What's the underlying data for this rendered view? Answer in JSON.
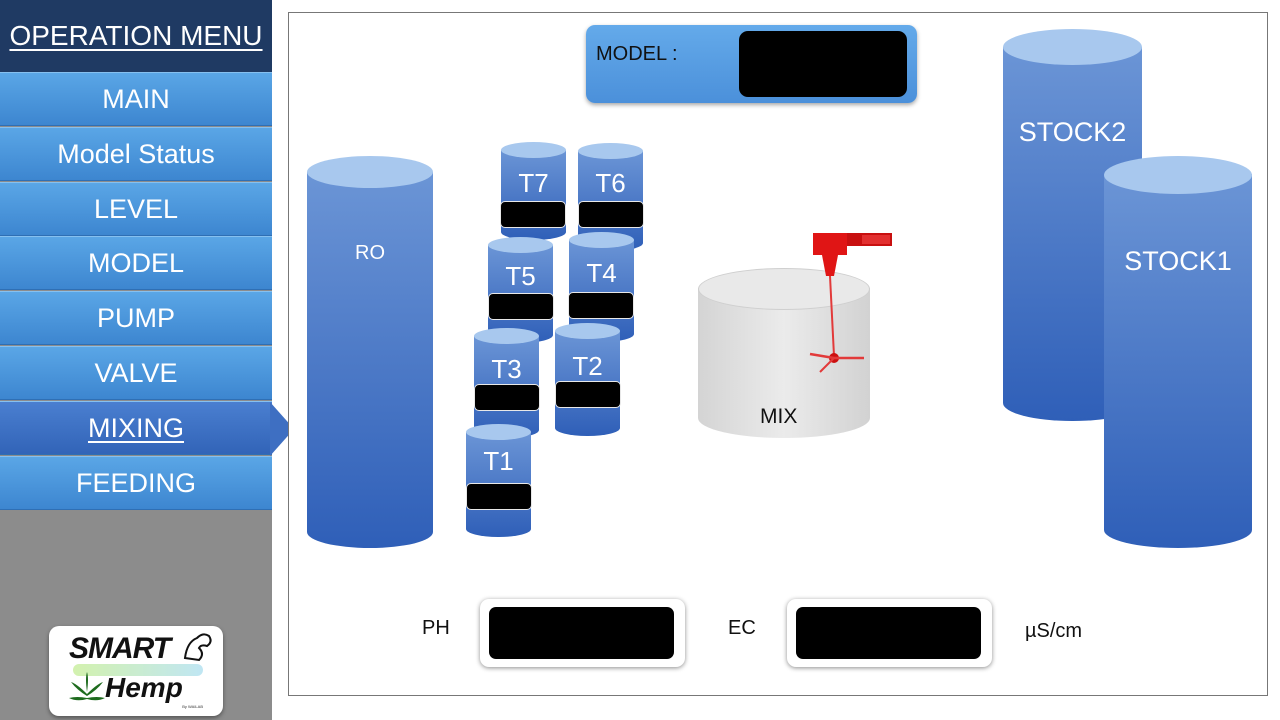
{
  "sidebar": {
    "header": "OPERATION MENU",
    "items": [
      {
        "label": "MAIN"
      },
      {
        "label": "Model Status"
      },
      {
        "label": "LEVEL"
      },
      {
        "label": "MODEL"
      },
      {
        "label": "PUMP"
      },
      {
        "label": "VALVE"
      },
      {
        "label": "MIXING",
        "active": true
      },
      {
        "label": "FEEDING"
      }
    ],
    "logo": {
      "line1": "SMART",
      "line2": "Hemp",
      "tagline": "By WAILAB"
    }
  },
  "main": {
    "model_label": "MODEL :",
    "model_value": "",
    "tanks": {
      "ro": "RO",
      "stock2": "STOCK2",
      "stock1": "STOCK1",
      "t7": "T7",
      "t6": "T6",
      "t5": "T5",
      "t4": "T4",
      "t3": "T3",
      "t2": "T2",
      "t1": "T1",
      "mix": "MIX"
    },
    "readings": {
      "ph_label": "PH",
      "ph_value": "",
      "ec_label": "EC",
      "ec_value": "",
      "ec_unit": "µS/cm"
    }
  },
  "colors": {
    "sidebar_header": "#1f3a63",
    "menu_item": "#4a96dc",
    "menu_active": "#3e6fc2",
    "tank_blue": "#3f6fc5",
    "mixer_red": "#e02020"
  }
}
